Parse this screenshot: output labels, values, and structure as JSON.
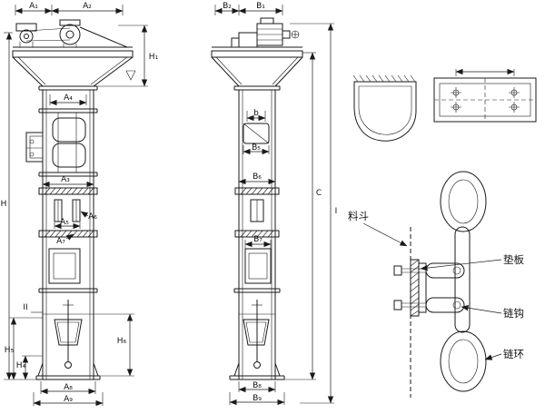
{
  "front_view": {
    "dims": {
      "a1": "A₁",
      "a2": "A₂",
      "a3": "A₃",
      "a4": "A₄",
      "a5": "A₅",
      "a6": "A₆",
      "a7": "A₇",
      "a8": "A₈",
      "a9": "A₉",
      "h": "H",
      "h1": "H₁",
      "h4": "H₄",
      "h5": "H₅",
      "h6": "H₆"
    },
    "section_mark": "II"
  },
  "side_view": {
    "dims": {
      "b": "b",
      "b1": "B₁",
      "b2": "B₂",
      "b5": "B₅",
      "b6": "B₆",
      "b7": "B₇",
      "b8": "B₈",
      "b9": "B₉",
      "c": "C"
    },
    "section_mark": "I"
  },
  "chain_detail": {
    "bucket": "料斗",
    "pad_plate": "垫板",
    "chain_hook": "链钩",
    "chain_ring": "链环"
  }
}
